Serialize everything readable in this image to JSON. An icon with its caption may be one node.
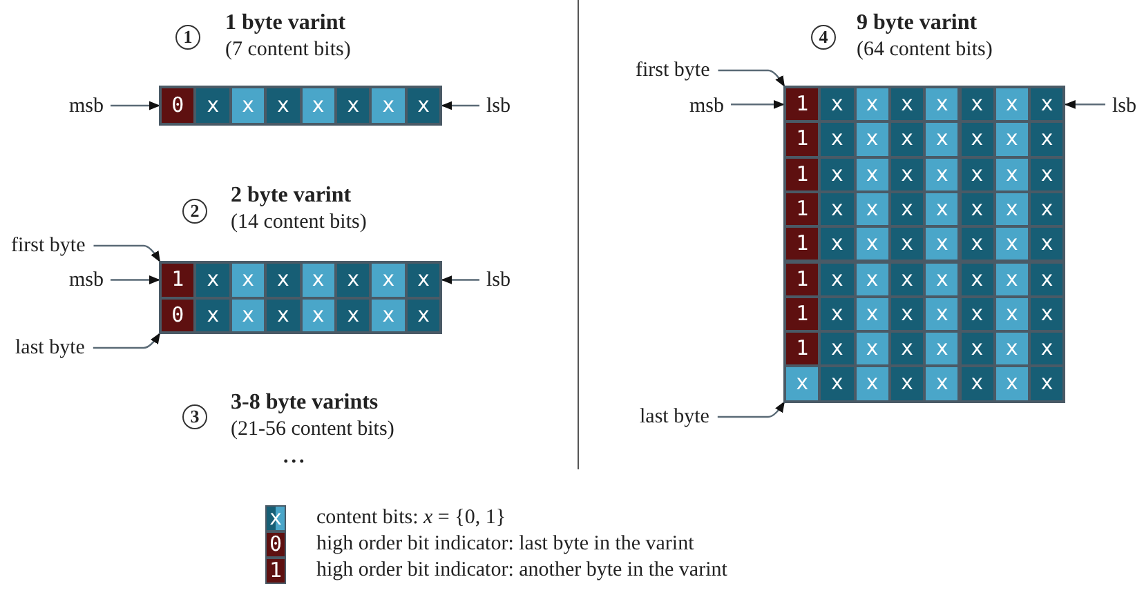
{
  "diagram": {
    "nodes": [
      {
        "text": [
          "1"
        ],
        "beside": [
          "1 byte varint",
          "(7 content bits)"
        ]
      },
      {
        "text": [
          "msb"
        ]
      },
      {
        "text": [],
        "shape": "box"
      },
      {
        "text": [
          "0"
        ],
        "in": 2
      },
      {
        "text": [
          "x"
        ],
        "in": 2
      },
      {
        "text": [
          "x"
        ],
        "in": 2
      },
      {
        "text": [
          "x"
        ],
        "in": 2
      },
      {
        "text": [
          "x"
        ],
        "in": 2
      },
      {
        "text": [
          "x"
        ],
        "in": 2
      },
      {
        "text": [
          "x"
        ],
        "in": 2
      },
      {
        "text": [
          "x"
        ],
        "in": 2
      },
      {
        "text": [
          "lsb"
        ]
      },
      {
        "text": [
          "2"
        ],
        "beside": [
          "2 byte varint",
          "(14 content bits)"
        ]
      },
      {
        "text": [
          "first byte"
        ]
      },
      {
        "text": [
          "msb"
        ]
      },
      {
        "text": [],
        "shape": "box"
      },
      {
        "text": [
          "1"
        ],
        "in": 15
      },
      {
        "text": [
          "x"
        ],
        "in": 15
      },
      {
        "text": [
          "x"
        ],
        "in": 15
      },
      {
        "text": [
          "x"
        ],
        "in": 15
      },
      {
        "text": [
          "x"
        ],
        "in": 15
      },
      {
        "text": [
          "x"
        ],
        "in": 15
      },
      {
        "text": [
          "x"
        ],
        "in": 15
      },
      {
        "text": [
          "x"
        ],
        "in": 15
      },
      {
        "text": [
          "0"
        ],
        "in": 15
      },
      {
        "text": [
          "x"
        ],
        "in": 15
      },
      {
        "text": [
          "x"
        ],
        "in": 15
      },
      {
        "text": [
          "x"
        ],
        "in": 15
      },
      {
        "text": [
          "x"
        ],
        "in": 15
      },
      {
        "text": [
          "x"
        ],
        "in": 15
      },
      {
        "text": [
          "x"
        ],
        "in": 15
      },
      {
        "text": [
          "x"
        ],
        "in": 15
      },
      {
        "text": [
          "lsb"
        ]
      },
      {
        "text": [
          "last byte"
        ]
      },
      {
        "text": [
          "3"
        ],
        "beside": [
          "3-8 byte varints",
          "(21-56 content bits)"
        ]
      },
      {
        "text": [
          "4"
        ],
        "beside": [
          "9 byte varint",
          "(64 content bits)"
        ]
      },
      {
        "text": [
          "first byte"
        ]
      },
      {
        "text": [
          "msb"
        ]
      },
      {
        "text": [],
        "shape": "box"
      },
      {
        "text": [
          "1"
        ],
        "in": 38
      },
      {
        "text": [
          "x"
        ],
        "in": 38
      },
      {
        "text": [
          "x"
        ],
        "in": 38
      },
      {
        "text": [
          "x"
        ],
        "in": 38
      },
      {
        "text": [
          "x"
        ],
        "in": 38
      },
      {
        "text": [
          "x"
        ],
        "in": 38
      },
      {
        "text": [
          "x"
        ],
        "in": 38
      },
      {
        "text": [
          "x"
        ],
        "in": 38
      },
      {
        "text": [
          "1"
        ],
        "in": 38
      },
      {
        "text": [
          "x"
        ],
        "in": 38
      },
      {
        "text": [
          "x"
        ],
        "in": 38
      },
      {
        "text": [
          "x"
        ],
        "in": 38
      },
      {
        "text": [
          "x"
        ],
        "in": 38
      },
      {
        "text": [
          "x"
        ],
        "in": 38
      },
      {
        "text": [
          "x"
        ],
        "in": 38
      },
      {
        "text": [
          "x"
        ],
        "in": 38
      },
      {
        "text": [
          "1"
        ],
        "in": 38
      },
      {
        "text": [
          "x"
        ],
        "in": 38
      },
      {
        "text": [
          "x"
        ],
        "in": 38
      },
      {
        "text": [
          "x"
        ],
        "in": 38
      },
      {
        "text": [
          "x"
        ],
        "in": 38
      },
      {
        "text": [
          "x"
        ],
        "in": 38
      },
      {
        "text": [
          "x"
        ],
        "in": 38
      },
      {
        "text": [
          "x"
        ],
        "in": 38
      },
      {
        "text": [
          "1"
        ],
        "in": 38
      },
      {
        "text": [
          "x"
        ],
        "in": 38
      },
      {
        "text": [
          "x"
        ],
        "in": 38
      },
      {
        "text": [
          "x"
        ],
        "in": 38
      },
      {
        "text": [
          "x"
        ],
        "in": 38
      },
      {
        "text": [
          "x"
        ],
        "in": 38
      },
      {
        "text": [
          "x"
        ],
        "in": 38
      },
      {
        "text": [
          "x"
        ],
        "in": 38
      },
      {
        "text": [
          "1"
        ],
        "in": 38
      },
      {
        "text": [
          "x"
        ],
        "in": 38
      },
      {
        "text": [
          "x"
        ],
        "in": 38
      },
      {
        "text": [
          "x"
        ],
        "in": 38
      },
      {
        "text": [
          "x"
        ],
        "in": 38
      },
      {
        "text": [
          "x"
        ],
        "in": 38
      },
      {
        "text": [
          "x"
        ],
        "in": 38
      },
      {
        "text": [
          "x"
        ],
        "in": 38
      },
      {
        "text": [
          "1"
        ],
        "in": 38
      },
      {
        "text": [
          "x"
        ],
        "in": 38
      },
      {
        "text": [
          "x"
        ],
        "in": 38
      },
      {
        "text": [
          "x"
        ],
        "in": 38
      },
      {
        "text": [
          "x"
        ],
        "in": 38
      },
      {
        "text": [
          "x"
        ],
        "in": 38
      },
      {
        "text": [
          "x"
        ],
        "in": 38
      },
      {
        "text": [
          "x"
        ],
        "in": 38
      },
      {
        "text": [
          "1"
        ],
        "in": 38
      },
      {
        "text": [
          "x"
        ],
        "in": 38
      },
      {
        "text": [
          "x"
        ],
        "in": 38
      },
      {
        "text": [
          "x"
        ],
        "in": 38
      },
      {
        "text": [
          "x"
        ],
        "in": 38
      },
      {
        "text": [
          "x"
        ],
        "in": 38
      },
      {
        "text": [
          "x"
        ],
        "in": 38
      },
      {
        "text": [
          "x"
        ],
        "in": 38
      },
      {
        "text": [
          "1"
        ],
        "in": 38
      },
      {
        "text": [
          "x"
        ],
        "in": 38
      },
      {
        "text": [
          "x"
        ],
        "in": 38
      },
      {
        "text": [
          "x"
        ],
        "in": 38
      },
      {
        "text": [
          "x"
        ],
        "in": 38
      },
      {
        "text": [
          "x"
        ],
        "in": 38
      },
      {
        "text": [
          "x"
        ],
        "in": 38
      },
      {
        "text": [
          "x"
        ],
        "in": 38
      },
      {
        "text": [
          "x"
        ],
        "in": 38
      },
      {
        "text": [
          "x"
        ],
        "in": 38
      },
      {
        "text": [
          "x"
        ],
        "in": 38
      },
      {
        "text": [
          "x"
        ],
        "in": 38
      },
      {
        "text": [
          "x"
        ],
        "in": 38
      },
      {
        "text": [
          "x"
        ],
        "in": 38
      },
      {
        "text": [
          "x"
        ],
        "in": 38
      },
      {
        "text": [
          "x"
        ],
        "in": 38
      },
      {
        "text": [
          "lsb"
        ]
      },
      {
        "text": [
          "last byte"
        ]
      }
    ],
    "edges": [
      {
        "from": 1,
        "to": 3,
        "arrow": "to"
      },
      {
        "from": 11,
        "to": 10,
        "arrow": "to"
      },
      {
        "from": 13,
        "to": 15,
        "arrow": "to"
      },
      {
        "from": 14,
        "to": 16,
        "arrow": "to"
      },
      {
        "from": 32,
        "to": 23,
        "arrow": "to"
      },
      {
        "from": 33,
        "to": 15,
        "arrow": "to"
      },
      {
        "from": 36,
        "to": 38,
        "arrow": "to"
      },
      {
        "from": 37,
        "to": 39,
        "arrow": "to"
      },
      {
        "from": 111,
        "to": 46,
        "arrow": "to"
      },
      {
        "from": 112,
        "to": 38,
        "arrow": "to"
      }
    ],
    "labels": [
      "...",
      "x",
      "0",
      "1"
    ],
    "legend": [
      {
        "text": "content bits: *x* = {0, 1}"
      },
      {
        "text": "high order bit indicator: last byte in the varint",
        "color": "#5e1010"
      },
      {
        "text": "high order bit indicator: another byte in the varint",
        "color": "#5e1010"
      }
    ]
  }
}
